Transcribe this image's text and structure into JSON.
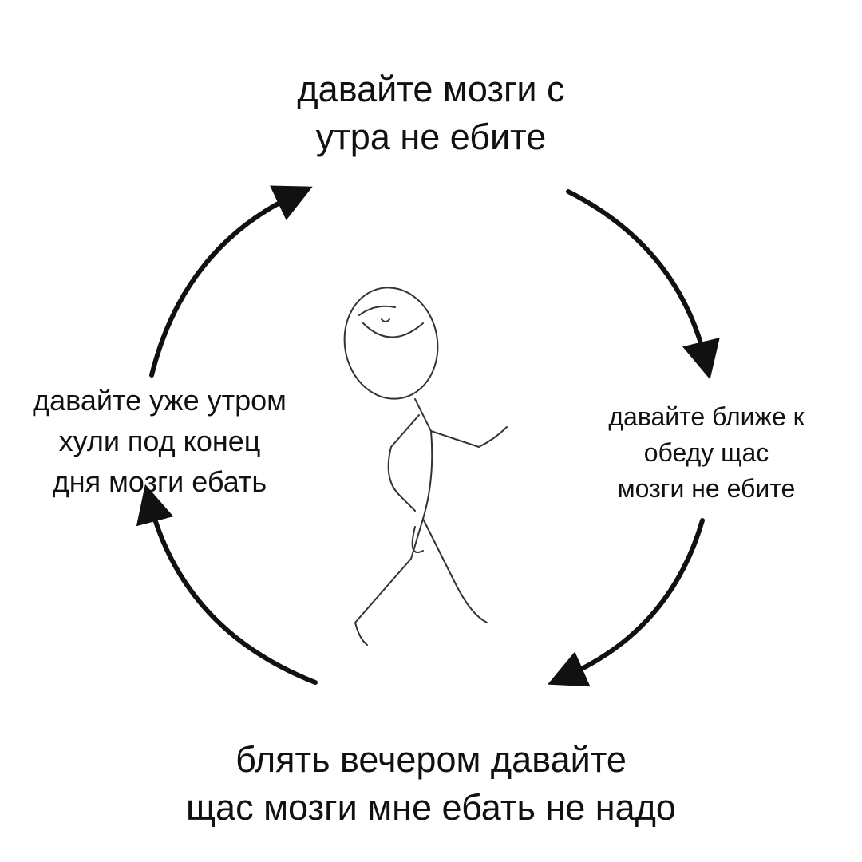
{
  "cycle": {
    "top": [
      "давайте мозги с",
      "утра не ебите"
    ],
    "right": [
      "давайте ближе к",
      "обеду щас",
      "мозги не ебите"
    ],
    "bottom": [
      "блять вечером давайте",
      "щас мозги мне ебать не надо"
    ],
    "left": [
      "давайте уже утром",
      "хули под конец",
      "дня мозги ебать"
    ]
  },
  "colors": {
    "arrow": "#111111",
    "background": "#ffffff"
  }
}
